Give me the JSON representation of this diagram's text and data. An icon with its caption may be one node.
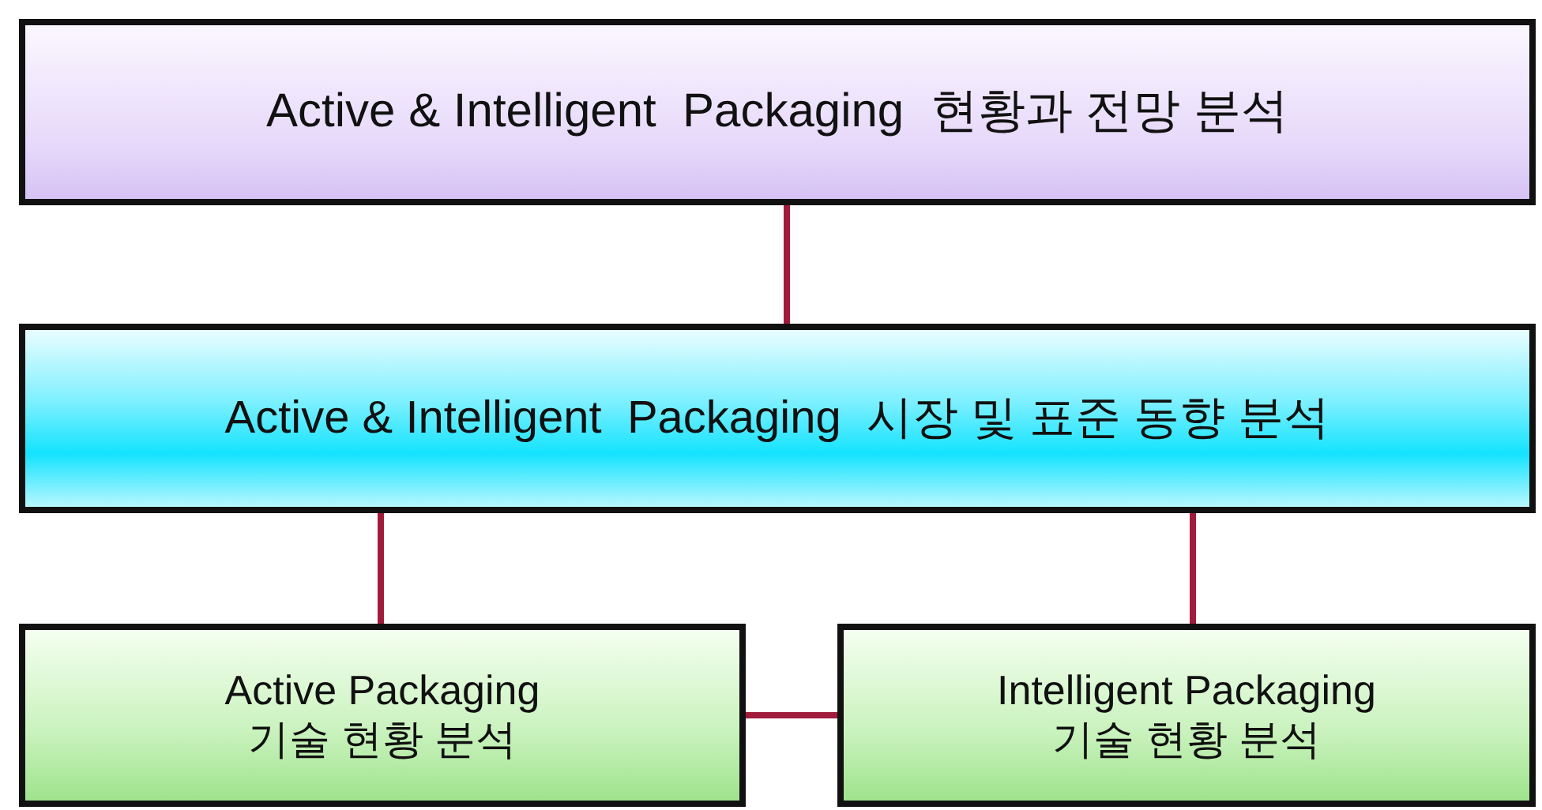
{
  "diagram": {
    "nodes": [
      {
        "text": [
          "Active & Intelligent  Packaging  현황과 전망 분석"
        ]
      },
      {
        "text": [
          "Active & Intelligent  Packaging  시장 및 표준 동향 분석"
        ]
      },
      {
        "text": [
          "Active Packaging 기술 현황 분석"
        ]
      },
      {
        "text": [
          "Intelligent Packaging 기술 현황 분석"
        ]
      }
    ],
    "edges": [
      {
        "from": 0,
        "to": 1,
        "arrow": "none"
      },
      {
        "from": 1,
        "to": 2,
        "arrow": "none"
      },
      {
        "from": 1,
        "to": 3,
        "arrow": "none"
      },
      {
        "from": 2,
        "to": 3,
        "arrow": "none"
      }
    ]
  }
}
